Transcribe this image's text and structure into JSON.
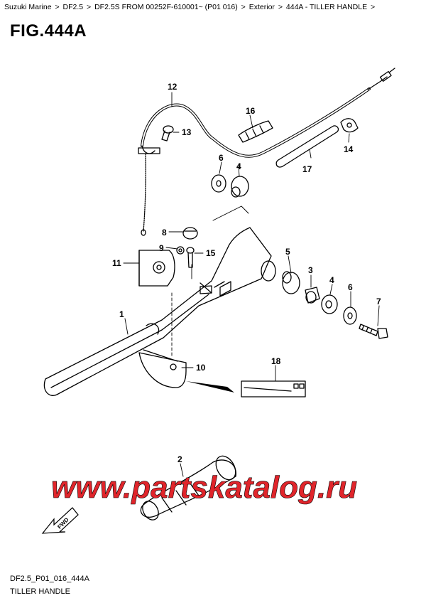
{
  "breadcrumb": {
    "items": [
      "Suzuki Marine",
      "DF2.5",
      "DF2.5S FROM 00252F-610001~ (P01 016)",
      "Exterior",
      "444A - TILLER HANDLE"
    ],
    "separator": ">",
    "trailing": ">"
  },
  "figure": {
    "title": "FIG.444A"
  },
  "callouts": [
    "1",
    "2",
    "3",
    "4",
    "5",
    "6",
    "7",
    "8",
    "9",
    "10",
    "11",
    "12",
    "13",
    "14",
    "15",
    "16",
    "17",
    "18",
    "4",
    "6"
  ],
  "watermark": {
    "text": "www.partskatalog.ru",
    "color": "#e0252b"
  },
  "fwd_label": "FWD",
  "footer": {
    "code": "DF2.5_P01_016_444A",
    "caption": "TILLER HANDLE"
  },
  "colors": {
    "line": "#000000",
    "background": "#ffffff",
    "watermark": "#e0252b"
  }
}
